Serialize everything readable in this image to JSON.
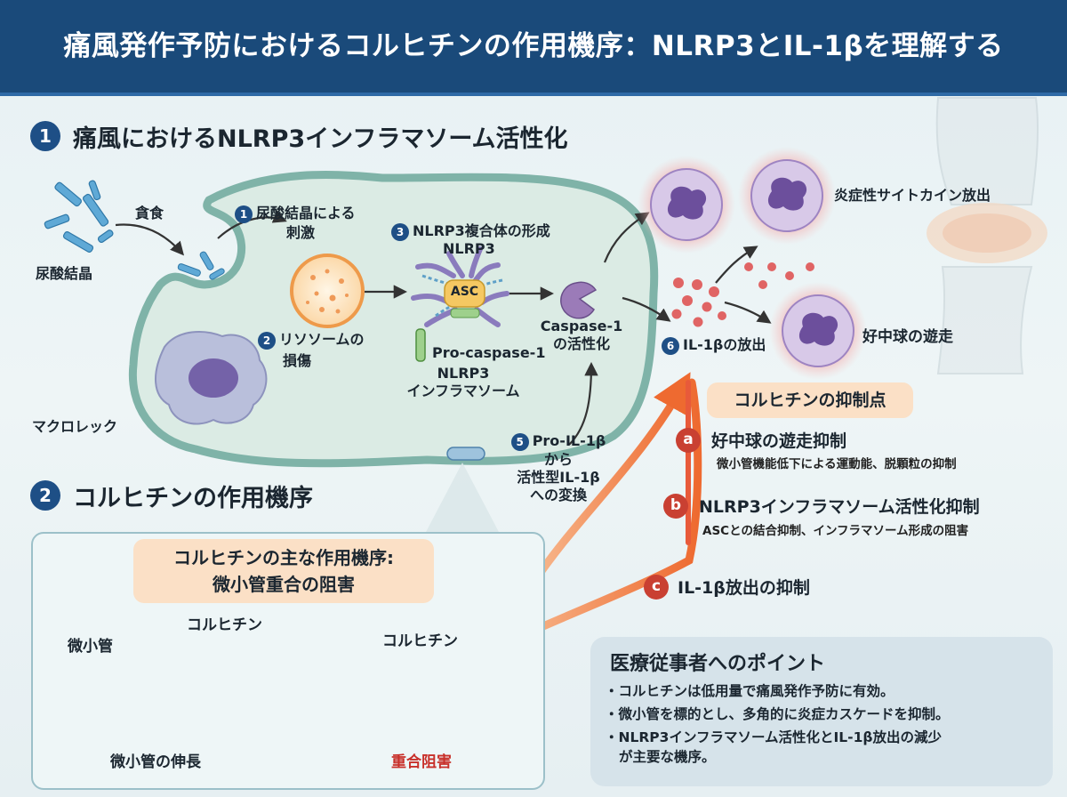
{
  "header": {
    "title": "痛風発作予防におけるコルヒチンの作用機序：NLRP3とIL-1βを理解する"
  },
  "section1": {
    "number": "1",
    "title": "痛風におけるNLRP3インフラマソーム活性化"
  },
  "section2": {
    "number": "2",
    "title": "コルヒチンの作用機序"
  },
  "labels": {
    "urate_crystals": "尿酸結晶",
    "phagocytosis": "貪食",
    "macrophage": "マクロレック",
    "step1_num": "1",
    "step1_line1": "尿酸結晶による",
    "step1_line2": "刺激",
    "step2_num": "2",
    "step2_line1": "リソソームの",
    "step2_line2": "損傷",
    "step3_num": "3",
    "step3": "NLRP3複合体の形成",
    "nlrp3": "NLRP3",
    "asc": "ASC",
    "pro_caspase": "Pro-caspase-1",
    "inflammasome_line1": "NLRP3",
    "inflammasome_line2": "インフラマソーム",
    "caspase_line1": "Caspase-1",
    "caspase_line2": "の活性化",
    "step5_num": "5",
    "step5_line1": "Pro-IL-1β",
    "step5_line2": "から",
    "step5_line3": "活性型IL-1β",
    "step5_line4": "への変換",
    "step6_num": "6",
    "step6": "IL-1βの放出",
    "cytokine_release": "炎症性サイトカイン放出",
    "neutrophil_migration": "好中球の遊走"
  },
  "inhibition": {
    "title": "コルヒチンの抑制点",
    "items": [
      {
        "letter": "a",
        "title": "好中球の遊走抑制",
        "desc": "微小管機能低下による運動能、脱顆粒の抑制"
      },
      {
        "letter": "b",
        "title": "NLRP3インフラマソーム活性化抑制",
        "desc": "ASCとの結合抑制、インフラマソーム形成の阻害"
      },
      {
        "letter": "c",
        "title": "IL-1β放出の抑制",
        "desc": ""
      }
    ]
  },
  "mechanism": {
    "title_line1": "コルヒチンの主な作用機序:",
    "title_line2": "微小管重合の阻害",
    "microtubule": "微小管",
    "colchicine_left": "コルヒチン",
    "colchicine_right": "コルヒチン",
    "elongation": "微小管の伸長",
    "inhibition": "重合阻害"
  },
  "points": {
    "title": "医療従事者へのポイント",
    "items": [
      "コルヒチンは低用量で痛風発作予防に有効。",
      "微小管を標的とし、多角的に炎症カスケードを抑制。",
      "NLRP3インフラマソーム活性化とIL-1β放出の減少",
      "が主要な機序。"
    ]
  },
  "colors": {
    "header": "#1a4a7a",
    "accent_red": "#c94032",
    "orange": "#ee7a3c",
    "cell_fill": "#dbebe4",
    "cell_border": "#7fb3a8"
  }
}
